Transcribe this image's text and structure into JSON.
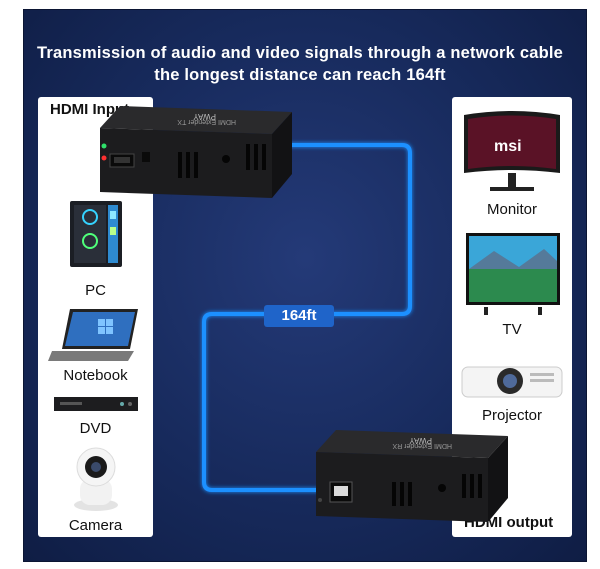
{
  "headline": {
    "line1": "Transmission of audio and video signals through a network cable",
    "line2": "the longest distance can reach 164ft"
  },
  "input_panel": {
    "title": "HDMI Input",
    "devices": [
      {
        "label": "PC",
        "icon": "pc-tower-icon"
      },
      {
        "label": "Notebook",
        "icon": "laptop-icon"
      },
      {
        "label": "DVD",
        "icon": "dvd-player-icon"
      },
      {
        "label": "Camera",
        "icon": "security-camera-icon"
      }
    ]
  },
  "output_panel": {
    "title": "HDMI output",
    "devices": [
      {
        "label": "Monitor",
        "icon": "monitor-icon"
      },
      {
        "label": "TV",
        "icon": "tv-icon"
      },
      {
        "label": "Projector",
        "icon": "projector-icon"
      }
    ]
  },
  "cable": {
    "length_label": "164ft",
    "color": "#1e90ff"
  },
  "transmitter": {
    "brand": "PWAY",
    "model": "HDMI Extender  TX"
  },
  "receiver": {
    "brand": "PWAY",
    "model": "HDMI Extender  RX"
  },
  "colors": {
    "background": "#172a5c",
    "cable": "#1e90ff",
    "device_body": "#1c1c1e"
  }
}
